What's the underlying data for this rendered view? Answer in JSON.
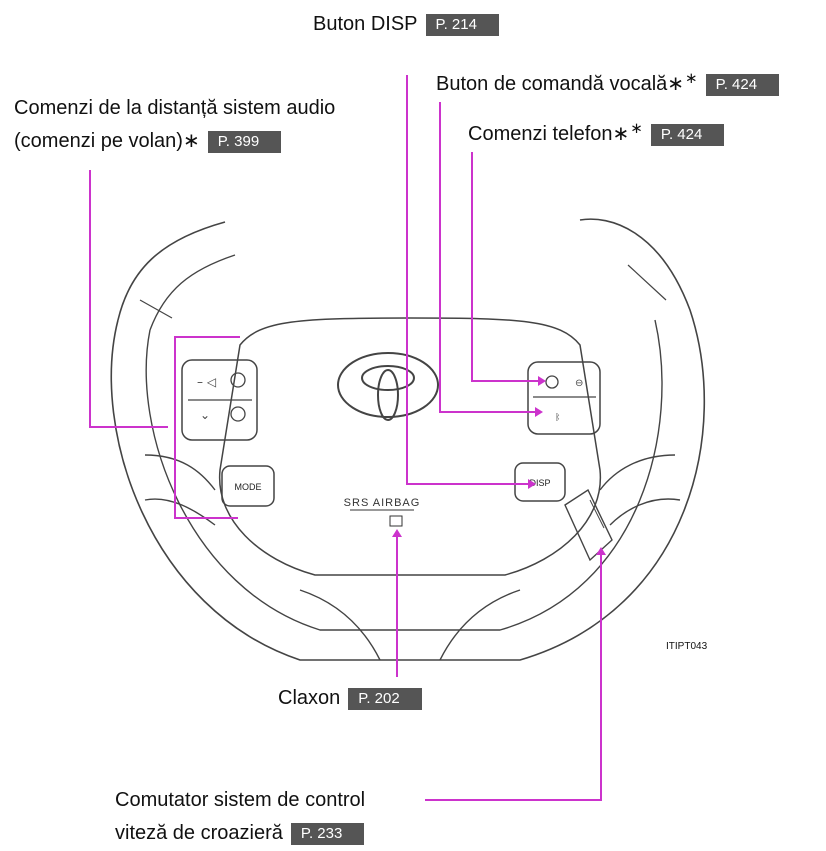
{
  "labels": {
    "disp": {
      "text": "Buton DISP",
      "page": "P. 214"
    },
    "voice": {
      "text": "Buton de comandă vocală",
      "marker": "∗",
      "marker_sup": "∗",
      "page": "P. 424"
    },
    "audio": {
      "line1": "Comenzi de la distanță sistem audio",
      "line2": "(comenzi pe volan)",
      "marker": "∗",
      "page": "P. 399"
    },
    "phone": {
      "text": "Comenzi telefon",
      "marker": "∗",
      "marker_sup": "∗",
      "page": "P. 424"
    },
    "horn": {
      "text": "Claxon",
      "page": "P. 202"
    },
    "cruise": {
      "line1": "Comutator sistem de control",
      "line2": "viteză de croazieră",
      "page": "P. 233"
    }
  },
  "wheel": {
    "airbag_text": "SRS AIRBAG",
    "mode_button": "MODE",
    "disp_button": "DISP",
    "image_code": "ITIPT043"
  },
  "colors": {
    "leader_line": "#cc33cc",
    "page_badge": "#555555",
    "wheel_outline": "#444444"
  }
}
